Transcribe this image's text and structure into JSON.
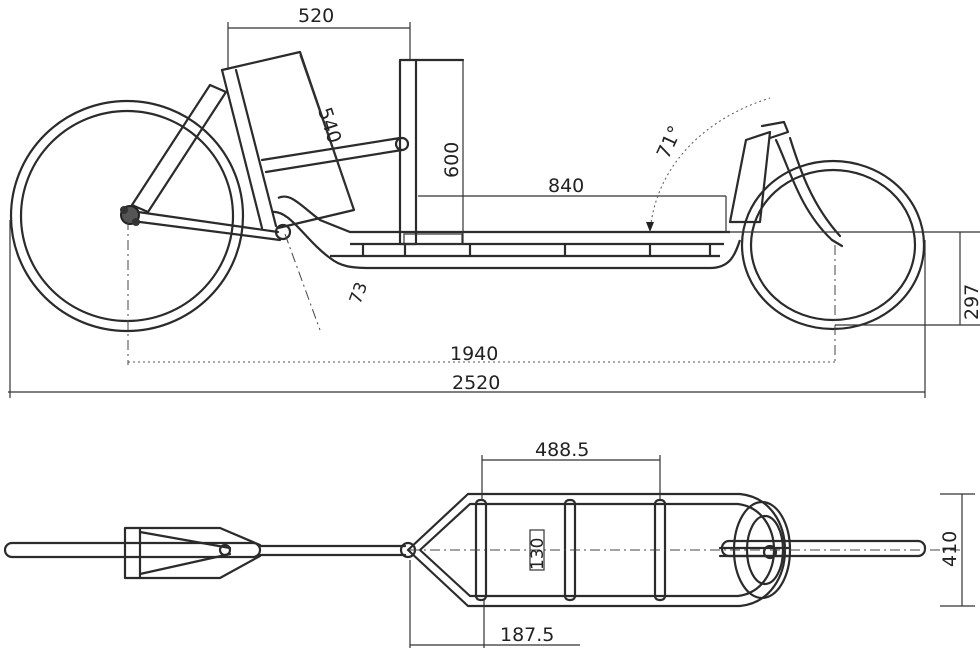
{
  "dimensions": {
    "top_width": "520",
    "box_diag": "540",
    "height": "600",
    "cargo_length": "840",
    "head_angle": "71°",
    "seat_angle": "73",
    "wheelbase": "1940",
    "overall_length": "2520",
    "wheel_height": "297",
    "plan_length": "488.5",
    "inner_width": "130",
    "overall_width": "410",
    "offset": "187.5"
  }
}
